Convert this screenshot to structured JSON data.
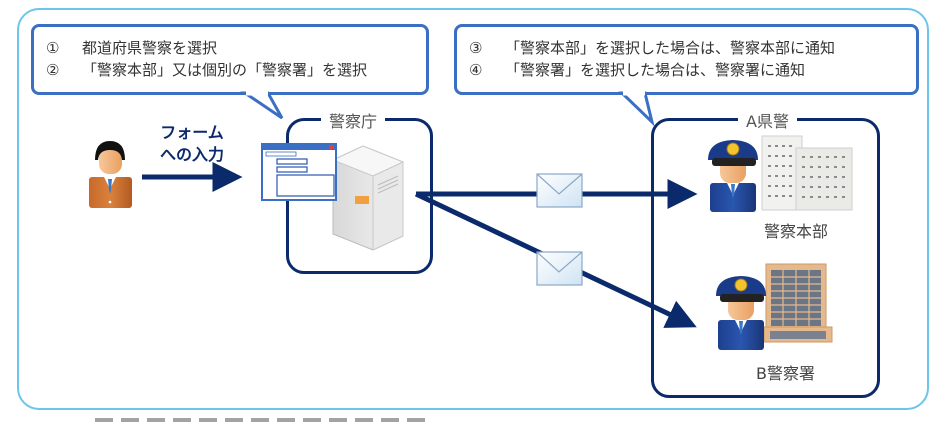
{
  "callouts": {
    "left": [
      {
        "num": "①",
        "text": "都道府県警察を選択"
      },
      {
        "num": "②",
        "text": "「警察本部」又は個別の「警察署」を選択"
      }
    ],
    "right": [
      {
        "num": "③",
        "text": "「警察本部」を選択した場合は、警察本部に通知"
      },
      {
        "num": "④",
        "text": "「警察署」を選択した場合は、警察署に通知"
      }
    ]
  },
  "flow": {
    "input_label_line1": "フォーム",
    "input_label_line2": "への入力"
  },
  "groups": {
    "npa": {
      "label": "警察庁"
    },
    "prefecture": {
      "label": "A県警"
    }
  },
  "destinations": {
    "headquarters": {
      "label": "警察本部"
    },
    "station": {
      "label": "B警察署"
    }
  },
  "icons": {
    "user": "person-icon",
    "form": "form-window-icon",
    "server": "server-icon",
    "mail": "envelope-icon",
    "officer": "police-officer-icon",
    "hq_building": "office-building-icon",
    "station_building": "police-station-building-icon"
  },
  "colors": {
    "frame": "#6cc6ea",
    "bubble_border": "#3a6fc4",
    "navy": "#0b2a6b"
  }
}
